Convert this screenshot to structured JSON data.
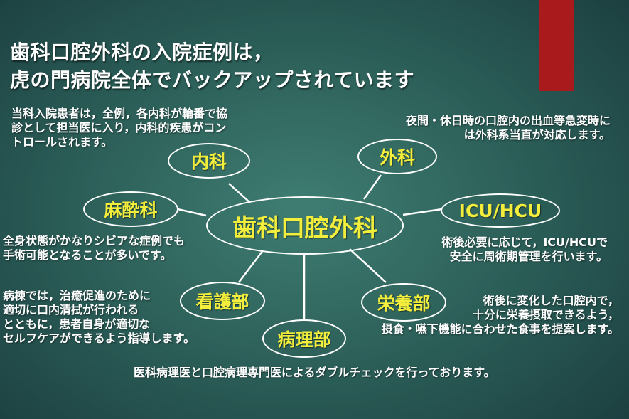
{
  "title": {
    "line1": "歯科口腔外科の入院症例は，",
    "line2": "虎の門病院全体でバックアップされています"
  },
  "colors": {
    "node_text": "#f3ee3c",
    "accent_bar": "#a81a1c",
    "line": "#ffffff"
  },
  "nodes": {
    "center": "歯科口腔外科",
    "naika": "内科",
    "geka": "外科",
    "masuika": "麻酔科",
    "icu_hcu": "ICU/HCU",
    "kango": "看護部",
    "eiyo": "栄養部",
    "byori": "病理部"
  },
  "notes": {
    "naika": [
      "当科入院患者は，全例，各内科が輪番で協",
      "診として担当医に入り，内科的疾患がコン",
      "トロールされます。"
    ],
    "geka": [
      "夜間・休日時の口腔内の出血等急変時に",
      "は外科系当直が対応します。"
    ],
    "masuika": [
      "全身状態がかなりシビアな症例でも",
      "手術可能となることが多いです。"
    ],
    "icu_hcu": [
      "術後必要に応じて，ICU/HCUで",
      "安全に周術期管理を行います。"
    ],
    "kango": [
      "病棟では，治癒促進のために",
      "適切に口内清拭が行われる",
      "とともに，患者自身が適切な",
      "セルフケアができるよう指導します。"
    ],
    "eiyo": [
      "術後に変化した口腔内で，",
      "十分に栄養摂取できるよう，",
      "摂食・嚥下機能に合わせた食事を提案します。"
    ],
    "byori": [
      "医科病理医と口腔病理専門医によるダブルチェックを行っております。"
    ]
  }
}
